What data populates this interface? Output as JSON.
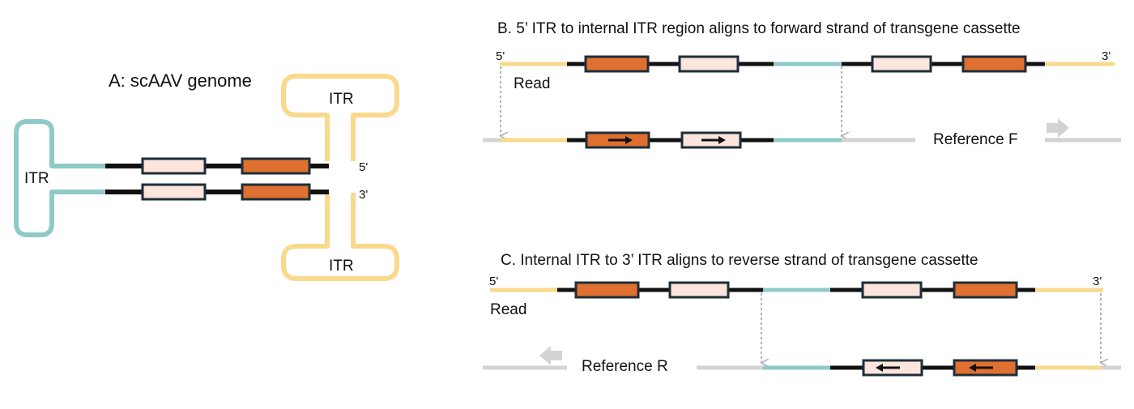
{
  "colors": {
    "itr_teal": "#8fcac8",
    "itr_yellow": "#f9d98b",
    "backbone": "#111111",
    "orange_box": "#e07030",
    "pale_box": "#fbe5dc",
    "box_border": "#1e2e38",
    "reference_gray": "#d3d3d3",
    "dotted_arrow": "#b0b0b0"
  },
  "panel_a": {
    "title": "A: scAAV genome",
    "itr_left": "ITR",
    "itr_top": "ITR",
    "itr_bottom": "ITR",
    "end_5": "5'",
    "end_3": "3'"
  },
  "panel_b": {
    "title": "B. 5’ ITR to internal ITR region aligns to forward strand of transgene cassette",
    "read_5": "5'",
    "read_3": "3'",
    "read_label": "Read",
    "reference_label": "Reference F",
    "direction_icon": "arrow-right-icon"
  },
  "panel_c": {
    "title": "C. Internal ITR to 3’ ITR aligns to reverse strand of transgene cassette",
    "read_5": "5'",
    "read_3": "3'",
    "read_label": "Read",
    "reference_label": "Reference R",
    "direction_icon": "arrow-left-icon"
  }
}
